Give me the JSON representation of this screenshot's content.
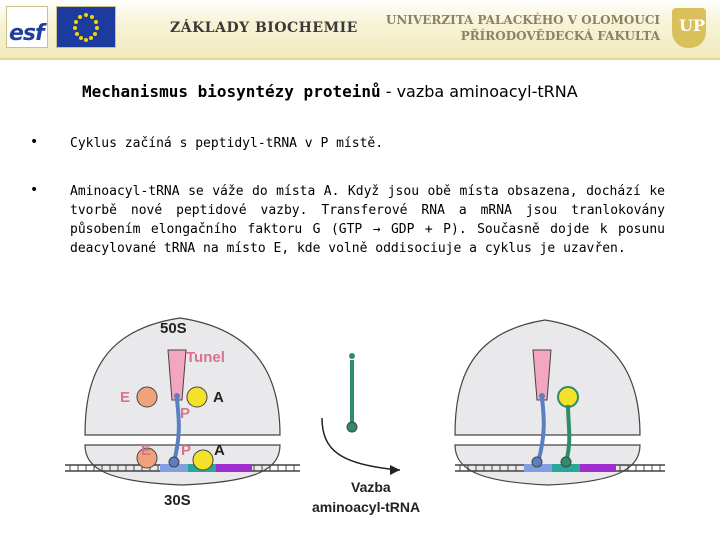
{
  "header": {
    "esf_logo": "esf",
    "center_title": "ZÁKLADY BIOCHEMIE",
    "university_line1": "UNIVERZITA PALACKÉHO V OLOMOUCI",
    "university_line2": "PŘÍRODOVĚDECKÁ FAKULTA",
    "up_logo": "UP"
  },
  "slide": {
    "title_bold": "Mechanismus biosyntézy proteinů",
    "title_rest": " - vazba aminoacyl-tRNA",
    "bullets": [
      "Cyklus začíná s peptidyl-tRNA v P místě.",
      "Aminoacyl-tRNA  se váže do místa A. Když jsou obě místa obsazena, dochází ke tvorbě nové peptidové vazby. Transferové RNA a mRNA jsou tranlokovány působením elongačního faktoru G (GTP → GDP + P). Současně dojde k posunu deacylované tRNA na místo E, kde volně oddisociuje  a cyklus je uzavřen."
    ]
  },
  "diagram": {
    "large_subunit": "50S",
    "tunnel": "Tunel",
    "site_e_top": "E",
    "site_a_top": "A",
    "site_p_top": "P",
    "site_e_bottom": "E",
    "site_p_bottom": "P",
    "site_a_bottom": "A",
    "small_subunit": "30S",
    "caption_line1": "Vazba",
    "caption_line2": "aminoacyl-tRNA",
    "colors": {
      "subunit": "#e9e9ec",
      "tunnel": "#f2a6bf",
      "site_e": "#f0a27a",
      "site_a": "#f5e12a",
      "label": "#d9728c",
      "trna_blue": "#5b7fc2",
      "trna_green": "#2e8b6c",
      "codon_blue": "#7f9fe0",
      "codon_teal": "#2ba79a",
      "codon_purple": "#a12fd0"
    }
  }
}
